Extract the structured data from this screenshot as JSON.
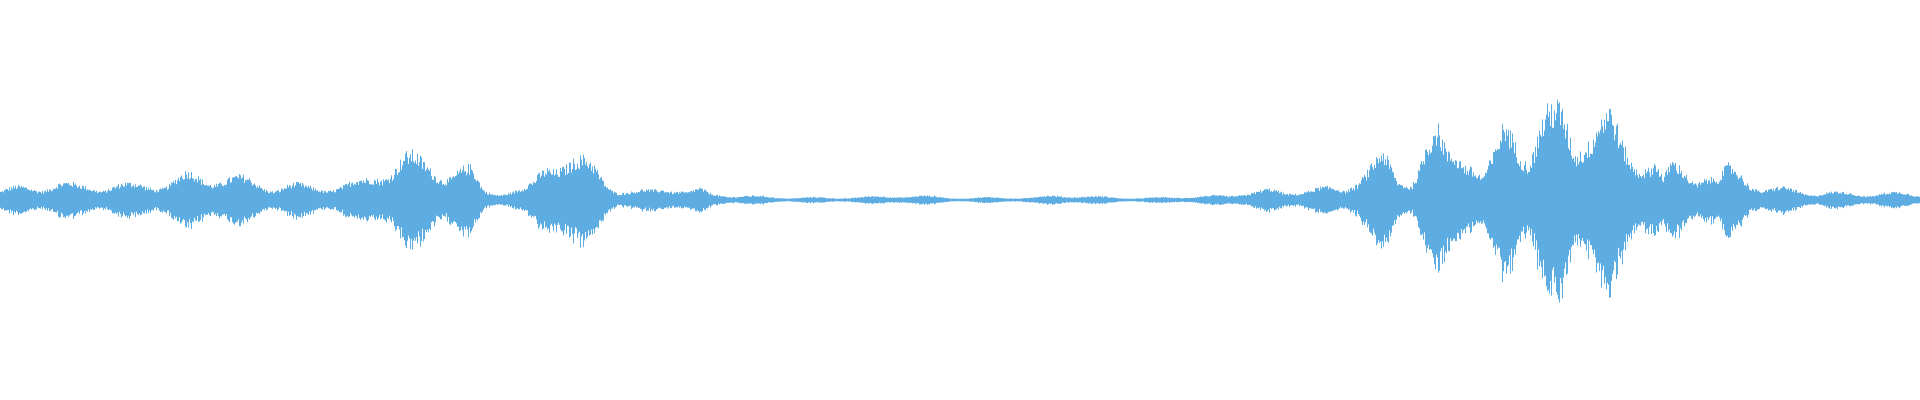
{
  "waveform": {
    "color": "#5dade2",
    "background": "#ffffff",
    "envelope": [
      [
        0.0,
        0.05
      ],
      [
        0.01,
        0.06
      ],
      [
        0.022,
        0.06
      ],
      [
        0.03,
        0.08
      ],
      [
        0.04,
        0.07
      ],
      [
        0.05,
        0.09
      ],
      [
        0.058,
        0.1
      ],
      [
        0.068,
        0.09
      ],
      [
        0.078,
        0.11
      ],
      [
        0.088,
        0.1
      ],
      [
        0.098,
        0.12
      ],
      [
        0.108,
        0.1
      ],
      [
        0.118,
        0.11
      ],
      [
        0.128,
        0.1
      ],
      [
        0.138,
        0.09
      ],
      [
        0.15,
        0.1
      ],
      [
        0.16,
        0.08
      ],
      [
        0.17,
        0.09
      ],
      [
        0.18,
        0.08
      ],
      [
        0.19,
        0.09
      ],
      [
        0.2,
        0.14
      ],
      [
        0.21,
        0.21
      ],
      [
        0.22,
        0.19
      ],
      [
        0.232,
        0.22
      ],
      [
        0.245,
        0.18
      ],
      [
        0.252,
        0.06
      ],
      [
        0.258,
        0.05
      ],
      [
        0.265,
        0.05
      ],
      [
        0.272,
        0.05
      ],
      [
        0.278,
        0.08
      ],
      [
        0.285,
        0.18
      ],
      [
        0.292,
        0.21
      ],
      [
        0.3,
        0.19
      ],
      [
        0.31,
        0.17
      ],
      [
        0.316,
        0.12
      ],
      [
        0.322,
        0.07
      ],
      [
        0.33,
        0.05
      ],
      [
        0.34,
        0.06
      ],
      [
        0.346,
        0.09
      ],
      [
        0.352,
        0.07
      ],
      [
        0.358,
        0.04
      ],
      [
        0.364,
        0.05
      ],
      [
        0.37,
        0.03
      ],
      [
        0.38,
        0.02
      ],
      [
        0.4,
        0.018
      ],
      [
        0.42,
        0.016
      ],
      [
        0.44,
        0.014
      ],
      [
        0.46,
        0.016
      ],
      [
        0.48,
        0.02
      ],
      [
        0.5,
        0.014
      ],
      [
        0.52,
        0.016
      ],
      [
        0.535,
        0.012
      ],
      [
        0.55,
        0.02
      ],
      [
        0.56,
        0.018
      ],
      [
        0.58,
        0.016
      ],
      [
        0.6,
        0.014
      ],
      [
        0.62,
        0.02
      ],
      [
        0.64,
        0.018
      ],
      [
        0.65,
        0.04
      ],
      [
        0.66,
        0.05
      ],
      [
        0.67,
        0.04
      ],
      [
        0.68,
        0.09
      ],
      [
        0.69,
        0.07
      ],
      [
        0.7,
        0.06
      ],
      [
        0.71,
        0.18
      ],
      [
        0.72,
        0.2
      ],
      [
        0.728,
        0.08
      ],
      [
        0.735,
        0.09
      ],
      [
        0.742,
        0.3
      ],
      [
        0.748,
        0.34
      ],
      [
        0.754,
        0.22
      ],
      [
        0.76,
        0.3
      ],
      [
        0.766,
        0.38
      ],
      [
        0.772,
        0.2
      ],
      [
        0.778,
        0.26
      ],
      [
        0.784,
        0.42
      ],
      [
        0.79,
        0.38
      ],
      [
        0.796,
        0.32
      ],
      [
        0.802,
        0.45
      ],
      [
        0.808,
        0.4
      ],
      [
        0.814,
        0.36
      ],
      [
        0.82,
        0.25
      ],
      [
        0.826,
        0.38
      ],
      [
        0.832,
        0.44
      ],
      [
        0.838,
        0.42
      ],
      [
        0.844,
        0.3
      ],
      [
        0.85,
        0.28
      ],
      [
        0.856,
        0.36
      ],
      [
        0.862,
        0.3
      ],
      [
        0.866,
        0.12
      ],
      [
        0.87,
        0.2
      ],
      [
        0.876,
        0.18
      ],
      [
        0.882,
        0.14
      ],
      [
        0.888,
        0.16
      ],
      [
        0.894,
        0.1
      ],
      [
        0.9,
        0.14
      ],
      [
        0.906,
        0.12
      ],
      [
        0.912,
        0.08
      ],
      [
        0.918,
        0.06
      ],
      [
        0.928,
        0.06
      ],
      [
        0.94,
        0.05
      ],
      [
        0.95,
        0.06
      ],
      [
        0.96,
        0.04
      ],
      [
        0.97,
        0.03
      ],
      [
        0.98,
        0.04
      ],
      [
        0.99,
        0.03
      ],
      [
        1.0,
        0.02
      ]
    ]
  }
}
